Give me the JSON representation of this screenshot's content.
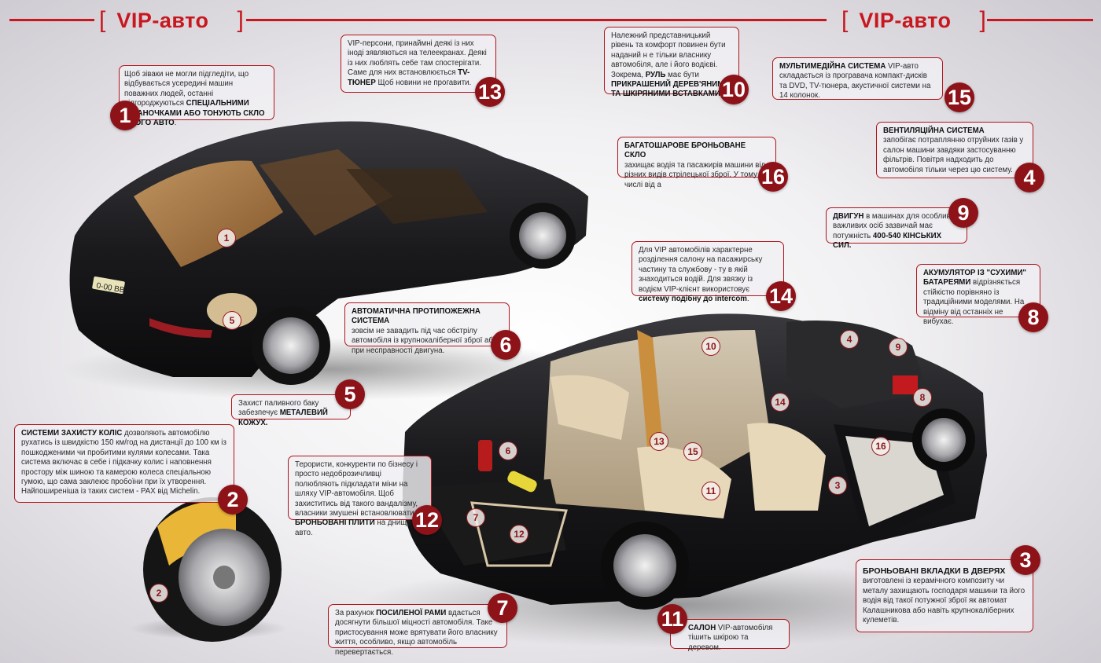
{
  "header": {
    "left_title": "VIP-авто",
    "right_title": "VIP-авто",
    "bracket_open": "[",
    "bracket_close": "]"
  },
  "plate_text": "0-00 BB",
  "notes": [
    {
      "n": "1",
      "pre": "Щоб зіваки не могли підгледіти, що відбувається усередині машин поважних людей, останні відгороджуються ",
      "bold": "СПЕЦІАЛЬНИМИ ФІРАНОЧКАМИ АБО ТОНУЮТЬ СКЛО СВОГО АВТО",
      "post": "."
    },
    {
      "n": "13",
      "pre": "VIP-персони, принаймні деякі із них іноді зявляються на телеекранах. Деякі із них люблять себе там спостерігати. Саме для них  встановлюється ",
      "bold": "TV-ТЮНЕР",
      "post": " Щоб новини не прогавити."
    },
    {
      "n": "10",
      "pre": "Належний представницький рівень та комфорт повинен бути наданий н е тільки власнику  автомобіля, але і його водієві. Зокрема, ",
      "bold": "РУЛЬ",
      "post": " має бути ",
      "bold2": "ПРИКРАШЕНИЙ ДЕРЕВ'ЯНИМИ ТА ШКІРЯНИМИ ВСТАВКАМИ",
      "post2": "."
    },
    {
      "n": "15",
      "bold": "МУЛЬТИМЕДІЙНА СИСТЕМА",
      "post": " VIP-авто складається із програвача компакт-дисків та DVD, TV-тюнера, акустичної системи на 14 колонок."
    },
    {
      "n": "4",
      "bold": "ВЕНТИЛЯЦІЙНА СИСТЕМА",
      "post": " запобігає потраплянню отруйних газів у салон машини завдяки застосуванню фільтрів. Повітря надходить до автомобіля тільки через цю систему."
    },
    {
      "n": "16",
      "bold": "БАГАТОШАРОВЕ БРОНЬОВАНЕ СКЛО",
      "post": " захищає водія та пасажирів машини від різних видів стрілецької зброї. У тому числі від а"
    },
    {
      "n": "9",
      "bold": "ДВИГУН",
      "post": " в машинах для особливо важливих осіб зазвичай має потужність ",
      "bold2": "400-540 КІНСЬКИХ СИЛ."
    },
    {
      "n": "14",
      "pre": "Для VIP автомобілів характерне розділення салону на пасажирську частину та службову - ту в якій знаходиться водій. Для звязку із водієм VIP-клієнт використовує ",
      "bold": "систему подібну до intercom",
      "post": "."
    },
    {
      "n": "8",
      "bold": "АКУМУЛЯТОР ІЗ \"СУХИМИ\" БАТАРЕЯМИ",
      "post": " відрізняється стійкістю порівняно із традиційними моделями. На відміну від останніх  не вибухає."
    },
    {
      "n": "6",
      "bold": "АВТОМАТИЧНА ПРОТИПОЖЕЖНА СИСТЕМА",
      "post": " зовсім не завадить під час обстрілу автомобіля із крупнокаліберної зброї або при несправності двигуна."
    },
    {
      "n": "5",
      "pre": "Захист паливного баку забезпечує ",
      "bold": "МЕТАЛЕВИЙ КОЖУХ."
    },
    {
      "n": "2",
      "bold": "СИСТЕМИ ЗАХИСТУ КОЛІС",
      "post": " дозволяють автомобілю рухатись із швидкістю 150 км/год на дистанції  до 100 км із пошкодженими чи пробитими кулями колесами. Така система включає в себе і підкачку колис і наповнення простору між шиною та камерою колеса спеціальною гумою, що сама заклеює пробоїни при їх утворення.  Найпоширеніша із таких систем - PAX від Michelin."
    },
    {
      "n": "12",
      "pre": "Терористи, конкуренти по бізнесу і просто недоброзичливці полюбляють підкладати міни на шляху VIP-автомобіля. Щоб захиститись від такого вандалізму, власники змушені встановлювати ",
      "bold": "БРОНЬОВАНІ ПЛИТИ",
      "post": " на днище авто."
    },
    {
      "n": "3",
      "bold": "БРОНЬОВАНІ ВКЛАДКИ В ДВЕРЯХ",
      "post": " виготовлені із керамічного композиту чи металу захищають господаря машини та його водія  від такої потужної зброї як автомат Калашникова або навіть крупнокаліберних кулеметів."
    },
    {
      "n": "7",
      "pre": "За рахунок ",
      "bold": "ПОСИЛЕНОЇ РАМИ",
      "post": " вдається досягнути більшої міцності автомобіля. Таке пристосування може врятувати його власнику життя, особливо, якщо автомобіль перевертається."
    },
    {
      "n": "11",
      "bold": "САЛОН",
      "post": "  VIP-автомобіля тішить шкірою та деревом."
    }
  ],
  "markers": [
    "1",
    "5",
    "2",
    "10",
    "4",
    "9",
    "8",
    "14",
    "6",
    "13",
    "15",
    "16",
    "11",
    "3",
    "7",
    "12"
  ]
}
